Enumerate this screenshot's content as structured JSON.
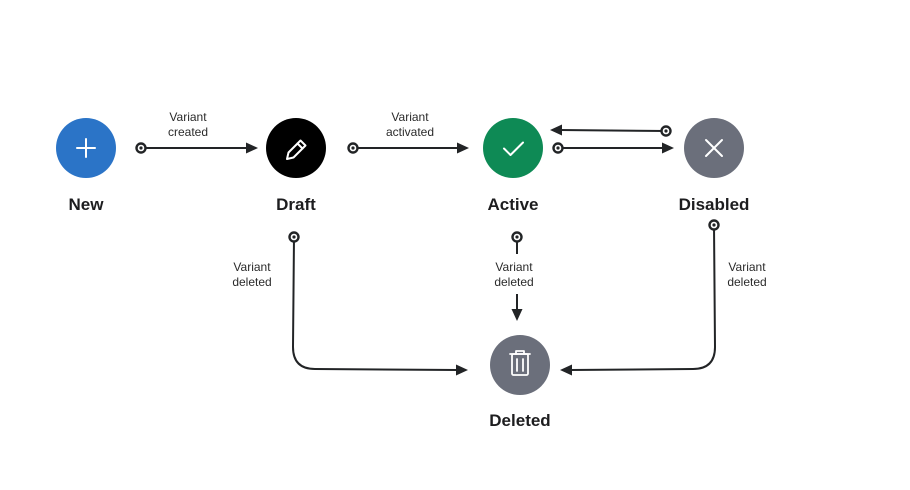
{
  "states": {
    "new": {
      "label": "New",
      "color": "#2b74c7",
      "icon": "plus-icon"
    },
    "draft": {
      "label": "Draft",
      "color": "#000000",
      "icon": "pencil-icon"
    },
    "active": {
      "label": "Active",
      "color": "#0e8a55",
      "icon": "check-icon"
    },
    "disabled": {
      "label": "Disabled",
      "color": "#6b6f7b",
      "icon": "close-icon"
    },
    "deleted": {
      "label": "Deleted",
      "color": "#6b6f7b",
      "icon": "trash-icon"
    }
  },
  "transitions": {
    "created": {
      "line1": "Variant",
      "line2": "created"
    },
    "activated": {
      "line1": "Variant",
      "line2": "activated"
    },
    "deleted_from_draft": {
      "line1": "Variant",
      "line2": "deleted"
    },
    "deleted_from_active": {
      "line1": "Variant",
      "line2": "deleted"
    },
    "deleted_from_disabled": {
      "line1": "Variant",
      "line2": "deleted"
    }
  }
}
